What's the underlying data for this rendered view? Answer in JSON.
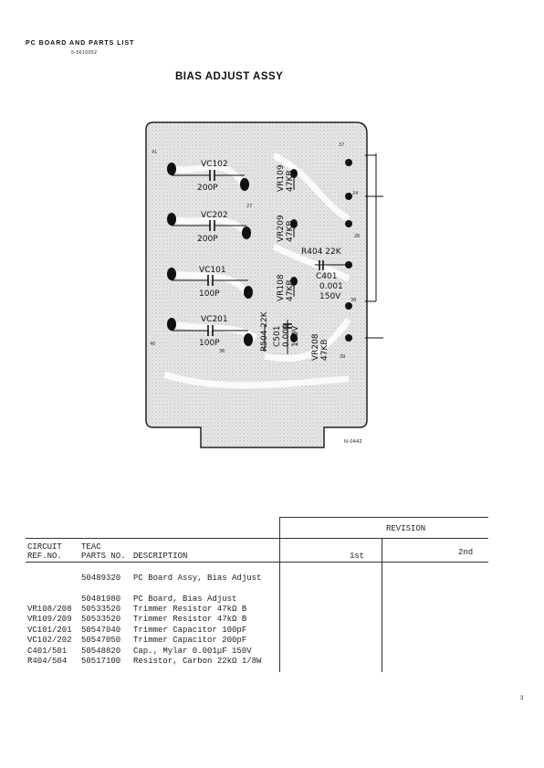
{
  "header": {
    "section": "PC BOARD AND PARTS LIST",
    "doc_code": "5-5610052",
    "title": "BIAS ADJUST ASSY"
  },
  "diagram": {
    "figure_number": "N-0442",
    "component_labels": [
      "VC102",
      "200P",
      "VC202",
      "200P",
      "VC101",
      "100P",
      "VC201",
      "100P",
      "VR109",
      "47KB",
      "VR209",
      "47KB",
      "VR108",
      "47KB",
      "VR208",
      "47KB",
      "R404 22K",
      "C401",
      "0.001",
      "150V",
      "R504 22K",
      "C501",
      "0.001",
      "150V"
    ],
    "pin_labels": [
      "41",
      "37",
      "27",
      "24",
      "26",
      "36",
      "38",
      "40",
      "39"
    ]
  },
  "table": {
    "revision_label": "REVISION",
    "col_circuit": "CIRCUIT",
    "col_ref": "REF.NO.",
    "col_teac": "TEAC",
    "col_parts": "PARTS NO.",
    "col_desc": "DESCRIPTION",
    "col_first": "1st",
    "col_second": "2nd",
    "rows": [
      {
        "ref": "",
        "part": "50489320",
        "desc": "PC Board Assy, Bias Adjust"
      },
      {
        "ref": "",
        "part": "50481980",
        "desc": "PC Board, Bias Adjust"
      },
      {
        "ref": "VR108/208",
        "part": "50533520",
        "desc": "Trimmer Resistor 47kΩ B"
      },
      {
        "ref": "VR109/209",
        "part": "50533520",
        "desc": "Trimmer Resistor 47kΩ B"
      },
      {
        "ref": "VC101/201",
        "part": "50547040",
        "desc": "Trimmer Capacitor 100pF"
      },
      {
        "ref": "VC102/202",
        "part": "50547050",
        "desc": "Trimmer Capacitor 200pF"
      },
      {
        "ref": "C401/501",
        "part": "50548820",
        "desc": "Cap., Mylar 0.001μF 150V"
      },
      {
        "ref": "R404/504",
        "part": "50517100",
        "desc": "Resistor, Carbon 22kΩ 1/8W"
      }
    ]
  },
  "page_number": "3"
}
